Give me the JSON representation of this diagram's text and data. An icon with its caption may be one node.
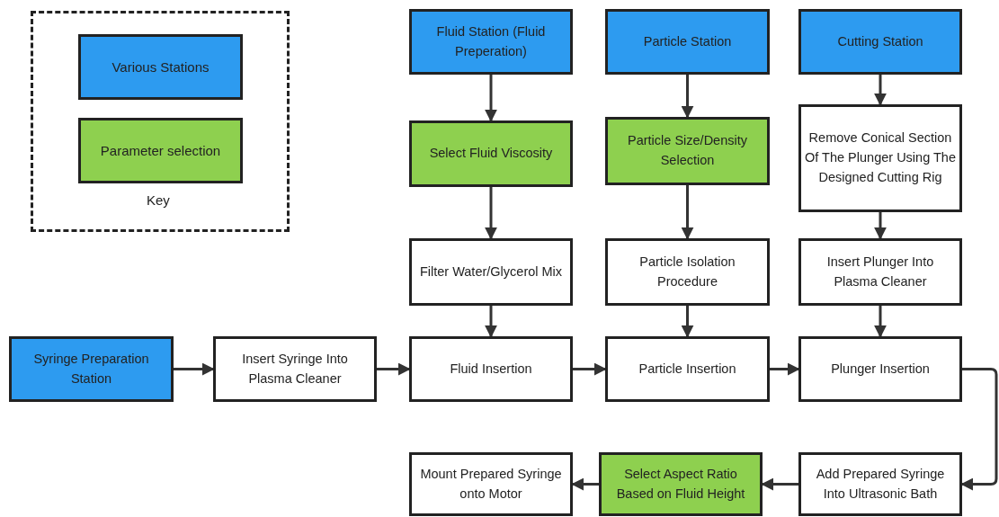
{
  "diagram": {
    "nodes": [
      {
        "text": [
          "Fluid Station (Fluid Preperation)"
        ]
      },
      {
        "text": [
          "Particle Station"
        ]
      },
      {
        "text": [
          "Cutting Station"
        ]
      },
      {
        "text": [
          "Select Fluid Viscosity"
        ]
      },
      {
        "text": [
          "Particle Size/Density Selection"
        ]
      },
      {
        "text": [
          "Remove Conical Section Of The Plunger Using The Designed Cutting Rig"
        ]
      },
      {
        "text": [
          "Filter Water/Glycerol Mix"
        ]
      },
      {
        "text": [
          "Particle Isolation Procedure"
        ]
      },
      {
        "text": [
          "Insert Plunger Into Plasma Cleaner"
        ]
      },
      {
        "text": [
          "Syringe Preparation Station"
        ]
      },
      {
        "text": [
          "Insert Syringe Into Plasma Cleaner"
        ]
      },
      {
        "text": [
          "Fluid Insertion"
        ]
      },
      {
        "text": [
          "Particle Insertion"
        ]
      },
      {
        "text": [
          "Plunger Insertion"
        ]
      },
      {
        "text": [
          "Mount Prepared Syringe onto Motor"
        ]
      },
      {
        "text": [
          "Select Aspect Ratio Based on Fluid Height"
        ]
      },
      {
        "text": [
          "Add Prepared Syringe Into Ultrasonic Bath"
        ]
      }
    ],
    "edges": [
      {
        "from": 0,
        "to": 3,
        "arrow": "to"
      },
      {
        "from": 3,
        "to": 6,
        "arrow": "to"
      },
      {
        "from": 6,
        "to": 11,
        "arrow": "to"
      },
      {
        "from": 1,
        "to": 4,
        "arrow": "to"
      },
      {
        "from": 4,
        "to": 7,
        "arrow": "to"
      },
      {
        "from": 7,
        "to": 12,
        "arrow": "to"
      },
      {
        "from": 2,
        "to": 5,
        "arrow": "to"
      },
      {
        "from": 5,
        "to": 8,
        "arrow": "to"
      },
      {
        "from": 8,
        "to": 13,
        "arrow": "to"
      },
      {
        "from": 9,
        "to": 10,
        "arrow": "to"
      },
      {
        "from": 10,
        "to": 11,
        "arrow": "to"
      },
      {
        "from": 11,
        "to": 12,
        "arrow": "to"
      },
      {
        "from": 12,
        "to": 13,
        "arrow": "to"
      },
      {
        "from": 13,
        "to": 16,
        "arrow": "to"
      },
      {
        "from": 16,
        "to": 15,
        "arrow": "to"
      },
      {
        "from": 15,
        "to": 14,
        "arrow": "to"
      }
    ],
    "labels": [
      "Key"
    ],
    "legend": [
      {
        "text": "Various Stations",
        "color": "#2d9bf0"
      },
      {
        "text": "Parameter selection",
        "color": "#8ed04f"
      }
    ]
  }
}
